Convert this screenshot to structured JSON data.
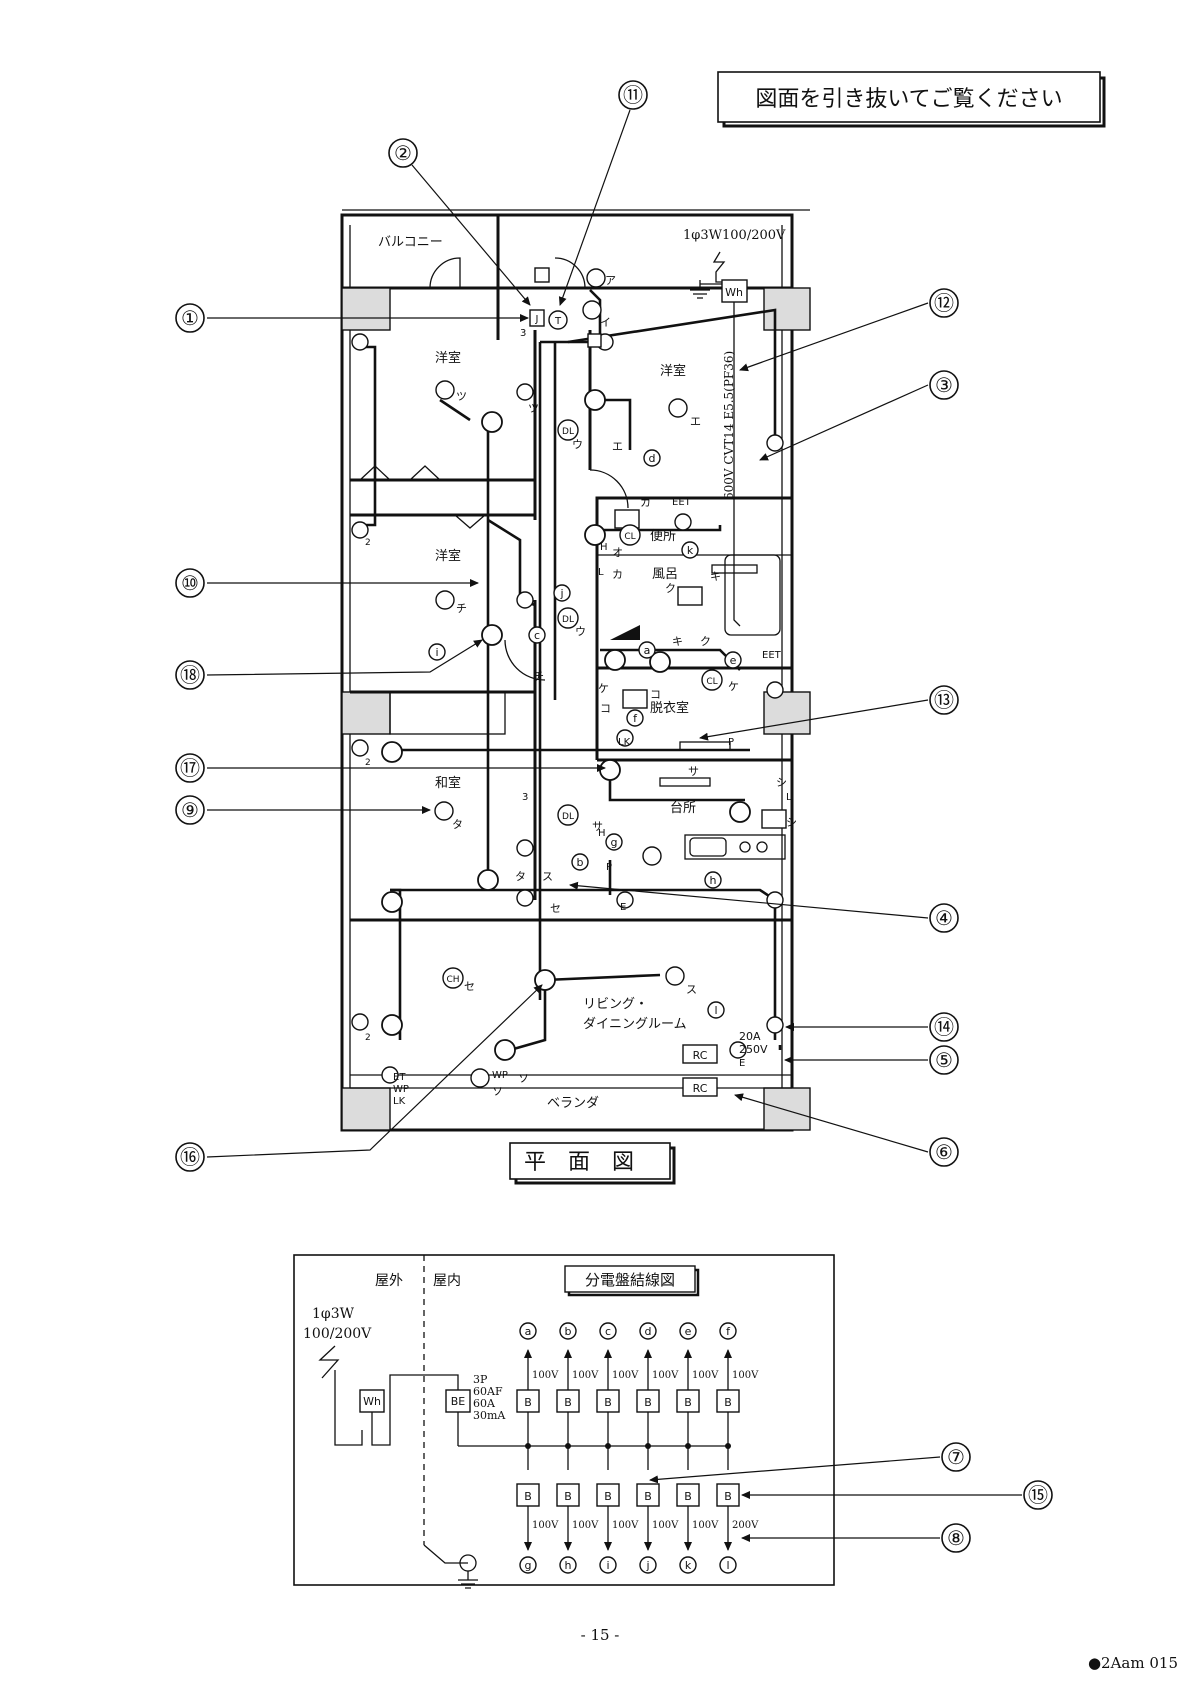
{
  "header": {
    "notice": "図面を引き抜いてご覧ください"
  },
  "plan": {
    "title": "平面図",
    "supply_label": "1φ3W100/200V",
    "cable_label": "600V CVT14 E5.5(PF36)",
    "meter": "Wh",
    "rooms": {
      "balcony": "バルコニー",
      "western_room_1": "洋室",
      "western_room_2": "洋室",
      "western_room_3": "洋室",
      "toilet": "便所",
      "bath": "風呂",
      "dressing": "脱衣室",
      "japanese_room": "和室",
      "kitchen": "台所",
      "living_1": "リビング・",
      "living_2": "ダイニングルーム",
      "veranda": "ベランダ"
    },
    "symbol_text": {
      "dl": "DL",
      "cl": "CL",
      "ch": "CH",
      "eet": "EET",
      "et": "ET",
      "wp": "WP",
      "lk": "LK",
      "rc": "RC",
      "rating_a": "20A",
      "rating_v": "250V",
      "e": "E",
      "p": "P",
      "h": "H",
      "l": "L",
      "j": "J",
      "t": "T",
      "two": "2",
      "three": "3"
    },
    "kana": {
      "a": "ア",
      "i": "イ",
      "u": "ウ",
      "e": "エ",
      "o": "オ",
      "ka": "カ",
      "ki": "キ",
      "ku": "ク",
      "ke": "ケ",
      "ko": "コ",
      "sa": "サ",
      "shi": "シ",
      "su": "ス",
      "se": "セ",
      "so": "ソ",
      "ta": "タ",
      "chi": "チ",
      "tsu": "ツ"
    },
    "circuits": {
      "a": "a",
      "b": "b",
      "c": "c",
      "d": "d",
      "e": "e",
      "f": "f",
      "g": "g",
      "h": "h",
      "i": "i",
      "j": "j",
      "k": "k",
      "l": "l"
    },
    "callouts": [
      "①",
      "②",
      "③",
      "④",
      "⑤",
      "⑥",
      "⑨",
      "⑩",
      "⑪",
      "⑫",
      "⑬",
      "⑭",
      "⑯",
      "⑰",
      "⑱"
    ]
  },
  "panel": {
    "title": "分電盤結線図",
    "outdoor": "屋外",
    "indoor": "屋内",
    "supply_1": "1φ3W",
    "supply_2": "100/200V",
    "meter": "Wh",
    "main_breaker": "BE",
    "main_specs": [
      "3P",
      "60AF",
      "60A",
      "30mA"
    ],
    "breaker_label": "B",
    "top_circuits": [
      "a",
      "b",
      "c",
      "d",
      "e",
      "f"
    ],
    "top_voltages": [
      "100V",
      "100V",
      "100V",
      "100V",
      "100V",
      "100V"
    ],
    "bottom_circuits": [
      "g",
      "h",
      "i",
      "j",
      "k",
      "l"
    ],
    "bottom_voltages": [
      "100V",
      "100V",
      "100V",
      "100V",
      "100V",
      "200V"
    ],
    "callouts": [
      "⑦",
      "⑮",
      "⑧"
    ]
  },
  "footer": {
    "page": "- 15 -",
    "code": "●2Aam  015"
  }
}
